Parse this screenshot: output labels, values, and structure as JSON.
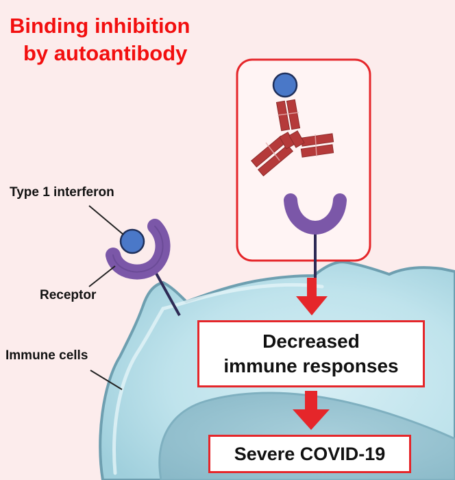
{
  "title": {
    "line1": "Binding inhibition",
    "line2": "by autoantibody"
  },
  "labels": {
    "interferon": "Type 1 interferon",
    "receptor": "Receptor",
    "immune_cells": "Immune cells"
  },
  "outcomes": {
    "decreased_line1": "Decreased",
    "decreased_line2": "immune responses",
    "severe": "Severe COVID-19"
  },
  "colors": {
    "title_red": "#f20f0f",
    "arrow_red": "#e5262a",
    "receptor_purple": "#7b57a8",
    "interferon_blue": "#4a78c8",
    "antibody_red": "#b53a3a",
    "cell_blue": "#bfe3ec"
  }
}
